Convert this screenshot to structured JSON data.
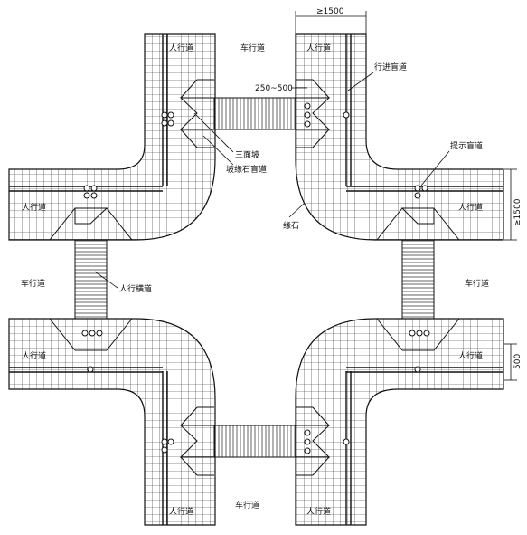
{
  "drawing": {
    "labels": {
      "roadway_top": "车行道",
      "roadway_left": "车行道",
      "roadway_right": "车行道",
      "roadway_bottom": "车行道",
      "sidewalk_top_left": "人行道",
      "sidewalk_top_right": "人行道",
      "sidewalk_left_top": "人行道",
      "sidewalk_right_top": "人行道",
      "sidewalk_left_bottom": "人行道",
      "sidewalk_right_bottom": "人行道",
      "sidewalk_bottom_left": "人行道",
      "sidewalk_bottom_right": "人行道",
      "guide_path": "行进盲道",
      "warning_path": "提示盲道",
      "three_side_slope": "三面坡",
      "warning_at_slope": "坡缘石盲道",
      "curb": "缘石",
      "crosswalk": "人行横道"
    },
    "dimensions": {
      "top_width": "≥1500",
      "offset": "250~500",
      "right_width": "≥1500",
      "right_small": "500"
    }
  }
}
